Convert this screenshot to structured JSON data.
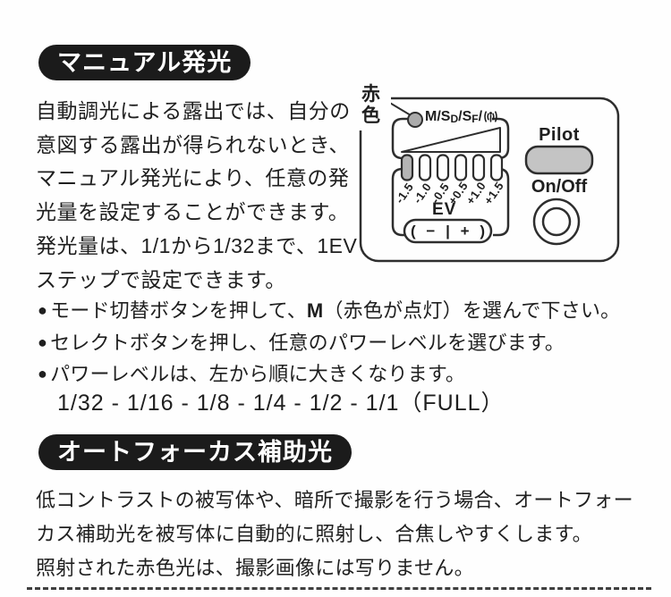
{
  "sections": {
    "manual_flash": {
      "title": "マニュアル発光",
      "paragraph_lines": [
        "自動調光による露出では、自分の",
        "意図する露出が得られないとき、",
        "マニュアル発光により、任意の発",
        "光量を設定することができます。",
        "発光量は、1/1から1/32まで、1EV",
        "ステップで設定できます。"
      ],
      "bullet_marker": "●",
      "bullet1": {
        "pre": "モード切替ボタンを押して、",
        "bold": "M",
        "post": "（赤色が点灯）を選んで下さい。"
      },
      "bullet2": "セレクトボタンを押し、任意のパワーレベルを選びます。",
      "bullet3": "パワーレベルは、左から順に大きくなります。",
      "power_sequence": "1/32 - 1/16 - 1/8 - 1/4 - 1/2 - 1/1（FULL）"
    },
    "af_assist": {
      "title": "オートフォーカス補助光",
      "paragraph_lines": [
        "低コントラストの被写体や、暗所で撮影を行う場合、オートフォー",
        "カス補助光を被写体に自動的に照射し、合焦しやすくします。",
        "照射された赤色光は、撮影画像には写りません。"
      ]
    }
  },
  "diagram": {
    "red_label": "赤色",
    "mode_text_parts": [
      "M/S",
      "D",
      "/S",
      "F",
      "/"
    ],
    "wireless_icon": "wireless-signal-icon",
    "ev_scale": [
      "-1.5",
      "-1.0",
      "-0.5",
      "+0.5",
      "+1.0",
      "+1.5"
    ],
    "ev_label": "EV",
    "ev_selector": {
      "open": "(",
      "minus": "−",
      "divider": "|",
      "plus": "+",
      "close": ")"
    },
    "pilot_label": "Pilot",
    "onoff_label": "On/Off",
    "colors": {
      "line": "#2e2e2e",
      "button_fill": "#c4c4c4",
      "led_fill": "#ababab",
      "active_bar_fill": "#b5b5b5",
      "header_bg": "#1b1b1b"
    }
  }
}
